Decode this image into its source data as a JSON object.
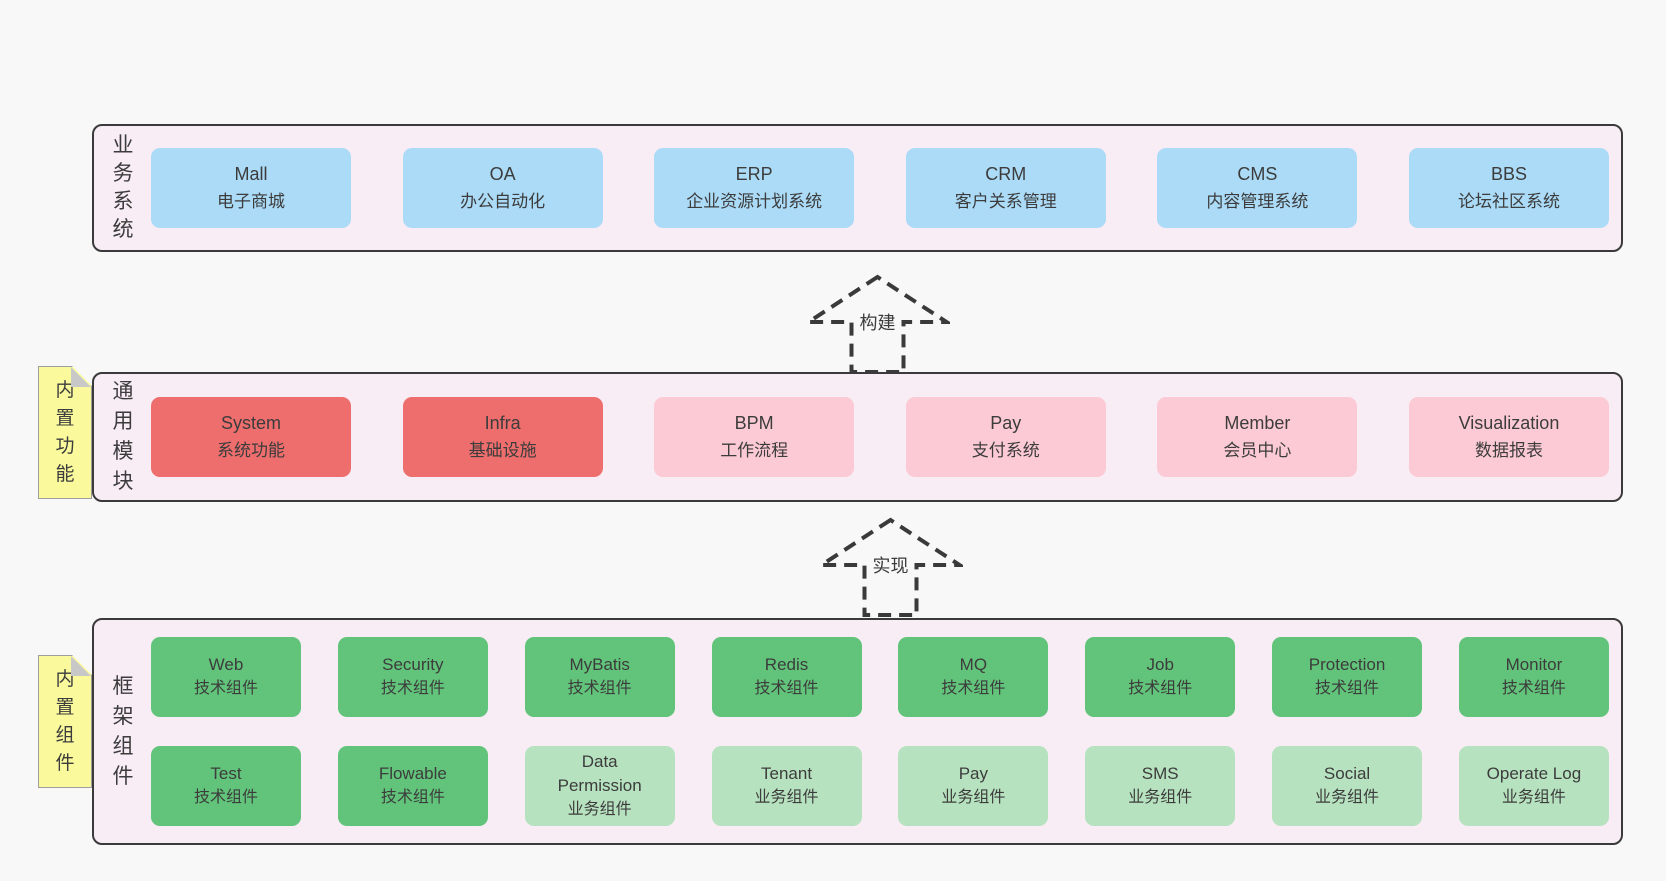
{
  "colors": {
    "page_bg": "#f8f8f8",
    "panel_bg": "#f8edf5",
    "panel_border": "#3a3a3a",
    "text": "#3c3c3c",
    "blue": "#abdbf7",
    "red": "#ee6d6d",
    "pink": "#fccad4",
    "green": "#61c47a",
    "light_green": "#b7e2bf",
    "note_yellow": "#fafa9d",
    "note_fold": "#c8c8c8"
  },
  "business": {
    "label": "业务系统",
    "items": [
      {
        "name": "Mall",
        "desc": "电子商城",
        "variant": "blue"
      },
      {
        "name": "OA",
        "desc": "办公自动化",
        "variant": "blue"
      },
      {
        "name": "ERP",
        "desc": "企业资源计划系统",
        "variant": "blue"
      },
      {
        "name": "CRM",
        "desc": "客户关系管理",
        "variant": "blue"
      },
      {
        "name": "CMS",
        "desc": "内容管理系统",
        "variant": "blue"
      },
      {
        "name": "BBS",
        "desc": "论坛社区系统",
        "variant": "blue"
      }
    ]
  },
  "arrow_build": {
    "label": "构建"
  },
  "modules": {
    "label": "通用模块",
    "note": "内置功能",
    "items": [
      {
        "name": "System",
        "desc": "系统功能",
        "variant": "red"
      },
      {
        "name": "Infra",
        "desc": "基础设施",
        "variant": "red"
      },
      {
        "name": "BPM",
        "desc": "工作流程",
        "variant": "pink"
      },
      {
        "name": "Pay",
        "desc": "支付系统",
        "variant": "pink"
      },
      {
        "name": "Member",
        "desc": "会员中心",
        "variant": "pink"
      },
      {
        "name": "Visualization",
        "desc": "数据报表",
        "variant": "pink"
      }
    ]
  },
  "arrow_implement": {
    "label": "实现"
  },
  "components": {
    "label": "框架组件",
    "note": "内置组件",
    "row1": [
      {
        "name": "Web",
        "desc": "技术组件",
        "variant": "green"
      },
      {
        "name": "Security",
        "desc": "技术组件",
        "variant": "green"
      },
      {
        "name": "MyBatis",
        "desc": "技术组件",
        "variant": "green"
      },
      {
        "name": "Redis",
        "desc": "技术组件",
        "variant": "green"
      },
      {
        "name": "MQ",
        "desc": "技术组件",
        "variant": "green"
      },
      {
        "name": "Job",
        "desc": "技术组件",
        "variant": "green"
      },
      {
        "name": "Protection",
        "desc": "技术组件",
        "variant": "green"
      },
      {
        "name": "Monitor",
        "desc": "技术组件",
        "variant": "green"
      }
    ],
    "row2": [
      {
        "name": "Test",
        "desc": "技术组件",
        "variant": "green"
      },
      {
        "name": "Flowable",
        "desc": "技术组件",
        "variant": "green"
      },
      {
        "name": "Data Permission",
        "desc": "业务组件",
        "variant": "light_green"
      },
      {
        "name": "Tenant",
        "desc": "业务组件",
        "variant": "light_green"
      },
      {
        "name": "Pay",
        "desc": "业务组件",
        "variant": "light_green"
      },
      {
        "name": "SMS",
        "desc": "业务组件",
        "variant": "light_green"
      },
      {
        "name": "Social",
        "desc": "业务组件",
        "variant": "light_green"
      },
      {
        "name": "Operate Log",
        "desc": "业务组件",
        "variant": "light_green"
      }
    ]
  }
}
